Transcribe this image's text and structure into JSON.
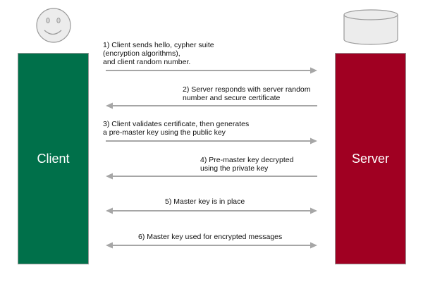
{
  "participants": {
    "client": {
      "label": "Client",
      "icon": "smiley-face-icon",
      "color": "#00704a"
    },
    "server": {
      "label": "Server",
      "icon": "database-cylinder-icon",
      "color": "#a00022"
    }
  },
  "arrow_color": "#a6a6a6",
  "messages": [
    {
      "step": 1,
      "direction": "client-to-server",
      "lines": [
        "1) Client sends hello, cypher suite",
        "(encryption algorithms),",
        "and client random number."
      ]
    },
    {
      "step": 2,
      "direction": "server-to-client",
      "lines": [
        "2) Server responds with server random",
        "number and secure certificate"
      ]
    },
    {
      "step": 3,
      "direction": "client-to-server",
      "lines": [
        "3) Client validates certificate, then generates",
        "a pre-master key using the public key"
      ]
    },
    {
      "step": 4,
      "direction": "server-to-client",
      "lines": [
        "4) Pre-master key decrypted",
        "using the private key"
      ]
    },
    {
      "step": 5,
      "direction": "bidirectional",
      "lines": [
        "5) Master key is in place"
      ]
    },
    {
      "step": 6,
      "direction": "bidirectional",
      "lines": [
        "6) Master key used for encrypted messages"
      ]
    }
  ]
}
